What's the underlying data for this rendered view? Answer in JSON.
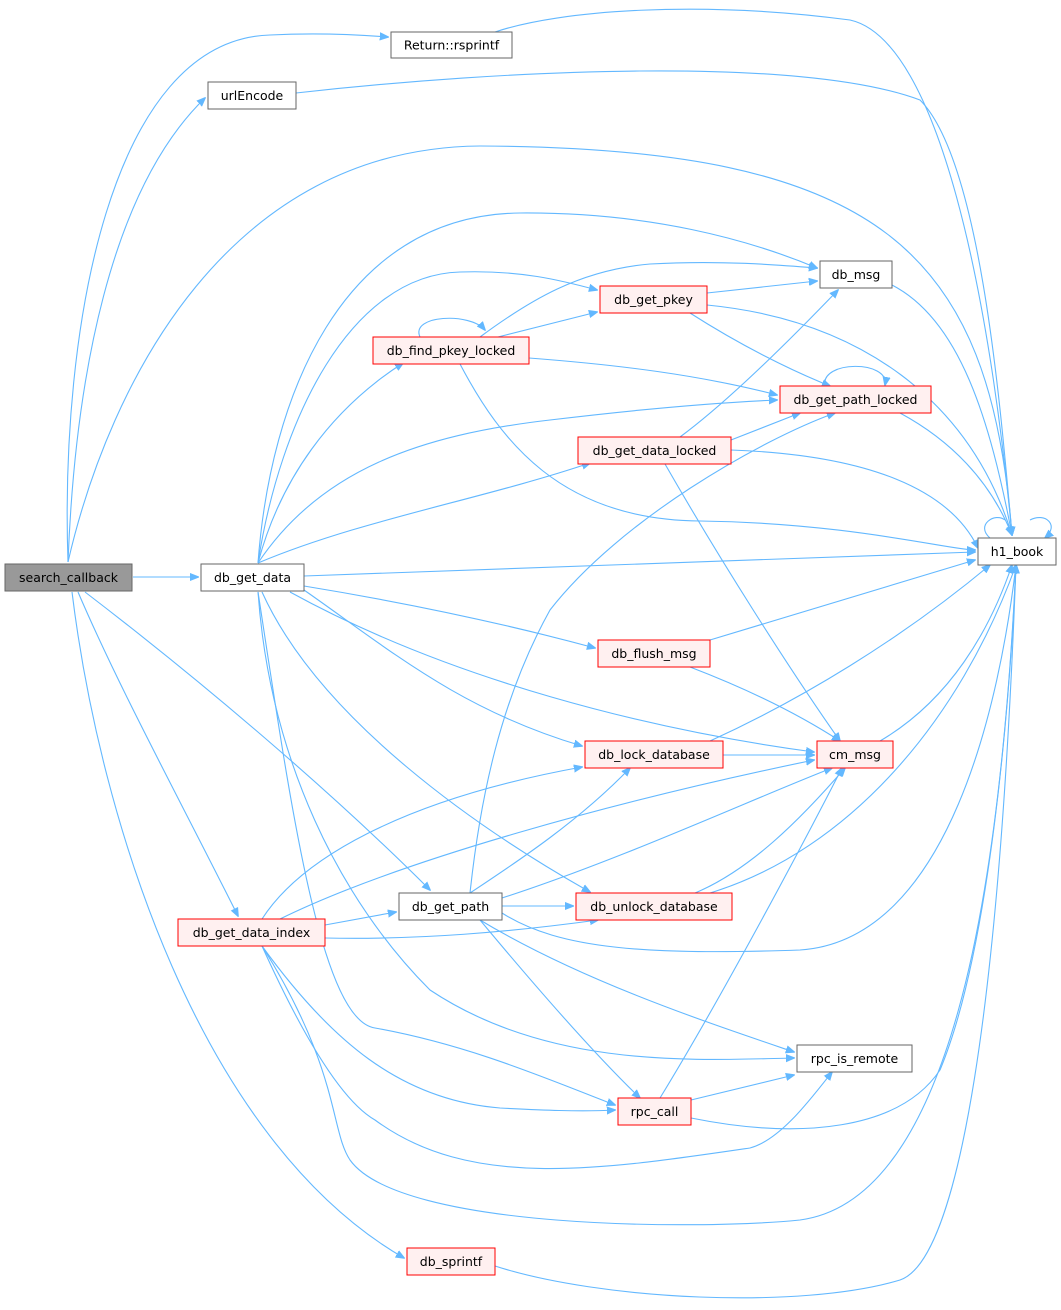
{
  "colors": {
    "edge": "#63b8ff",
    "root_fill": "#999999",
    "root_border": "#666666",
    "plain_fill": "#ffffff",
    "plain_border": "#666666",
    "red_fill": "#fff0f0",
    "red_border": "#ff0000"
  },
  "nodes": [
    {
      "id": "search_callback",
      "label": "search_callback",
      "style": "root"
    },
    {
      "id": "return_rsprintf",
      "label": "Return::rsprintf",
      "style": "plain"
    },
    {
      "id": "urlEncode",
      "label": "urlEncode",
      "style": "plain"
    },
    {
      "id": "db_get_data",
      "label": "db_get_data",
      "style": "plain"
    },
    {
      "id": "db_msg",
      "label": "db_msg",
      "style": "plain"
    },
    {
      "id": "db_get_pkey",
      "label": "db_get_pkey",
      "style": "red"
    },
    {
      "id": "db_find_pkey_locked",
      "label": "db_find_pkey_locked",
      "style": "red"
    },
    {
      "id": "db_get_path_locked",
      "label": "db_get_path_locked",
      "style": "red"
    },
    {
      "id": "db_get_data_locked",
      "label": "db_get_data_locked",
      "style": "red"
    },
    {
      "id": "h1_book",
      "label": "h1_book",
      "style": "plain"
    },
    {
      "id": "db_flush_msg",
      "label": "db_flush_msg",
      "style": "red"
    },
    {
      "id": "db_lock_database",
      "label": "db_lock_database",
      "style": "red"
    },
    {
      "id": "cm_msg",
      "label": "cm_msg",
      "style": "red"
    },
    {
      "id": "db_get_path",
      "label": "db_get_path",
      "style": "plain"
    },
    {
      "id": "db_unlock_database",
      "label": "db_unlock_database",
      "style": "red"
    },
    {
      "id": "db_get_data_index",
      "label": "db_get_data_index",
      "style": "red"
    },
    {
      "id": "rpc_is_remote",
      "label": "rpc_is_remote",
      "style": "plain"
    },
    {
      "id": "rpc_call",
      "label": "rpc_call",
      "style": "red"
    },
    {
      "id": "db_sprintf",
      "label": "db_sprintf",
      "style": "red"
    }
  ],
  "edges": [
    {
      "from": "search_callback",
      "to": "return_rsprintf"
    },
    {
      "from": "search_callback",
      "to": "urlEncode"
    },
    {
      "from": "search_callback",
      "to": "h1_book"
    },
    {
      "from": "search_callback",
      "to": "db_get_data"
    },
    {
      "from": "search_callback",
      "to": "db_get_path"
    },
    {
      "from": "search_callback",
      "to": "db_get_data_index"
    },
    {
      "from": "search_callback",
      "to": "db_sprintf"
    },
    {
      "from": "return_rsprintf",
      "to": "h1_book"
    },
    {
      "from": "urlEncode",
      "to": "h1_book"
    },
    {
      "from": "db_get_data",
      "to": "db_msg"
    },
    {
      "from": "db_get_data",
      "to": "db_get_pkey"
    },
    {
      "from": "db_get_data",
      "to": "db_find_pkey_locked"
    },
    {
      "from": "db_get_data",
      "to": "db_get_path_locked"
    },
    {
      "from": "db_get_data",
      "to": "db_get_data_locked"
    },
    {
      "from": "db_get_data",
      "to": "h1_book"
    },
    {
      "from": "db_get_data",
      "to": "db_flush_msg"
    },
    {
      "from": "db_get_data",
      "to": "db_lock_database"
    },
    {
      "from": "db_get_data",
      "to": "cm_msg"
    },
    {
      "from": "db_get_data",
      "to": "db_unlock_database"
    },
    {
      "from": "db_get_data",
      "to": "rpc_is_remote"
    },
    {
      "from": "db_get_data",
      "to": "rpc_call"
    },
    {
      "from": "db_msg",
      "to": "h1_book"
    },
    {
      "from": "db_get_pkey",
      "to": "db_msg"
    },
    {
      "from": "db_get_pkey",
      "to": "db_get_path_locked"
    },
    {
      "from": "db_get_pkey",
      "to": "h1_book"
    },
    {
      "from": "db_find_pkey_locked",
      "to": "db_find_pkey_locked"
    },
    {
      "from": "db_find_pkey_locked",
      "to": "db_get_pkey"
    },
    {
      "from": "db_find_pkey_locked",
      "to": "db_msg"
    },
    {
      "from": "db_find_pkey_locked",
      "to": "db_get_path_locked"
    },
    {
      "from": "db_find_pkey_locked",
      "to": "h1_book"
    },
    {
      "from": "db_get_path_locked",
      "to": "db_get_path_locked"
    },
    {
      "from": "db_get_path_locked",
      "to": "h1_book"
    },
    {
      "from": "db_get_data_locked",
      "to": "db_msg"
    },
    {
      "from": "db_get_data_locked",
      "to": "db_get_path_locked"
    },
    {
      "from": "db_get_data_locked",
      "to": "h1_book"
    },
    {
      "from": "db_get_data_locked",
      "to": "cm_msg"
    },
    {
      "from": "h1_book",
      "to": "h1_book"
    },
    {
      "from": "db_flush_msg",
      "to": "h1_book"
    },
    {
      "from": "db_flush_msg",
      "to": "cm_msg"
    },
    {
      "from": "db_lock_database",
      "to": "cm_msg"
    },
    {
      "from": "db_lock_database",
      "to": "h1_book"
    },
    {
      "from": "cm_msg",
      "to": "h1_book"
    },
    {
      "from": "db_get_path",
      "to": "db_get_path_locked"
    },
    {
      "from": "db_get_path",
      "to": "db_lock_database"
    },
    {
      "from": "db_get_path",
      "to": "cm_msg"
    },
    {
      "from": "db_get_path",
      "to": "db_unlock_database"
    },
    {
      "from": "db_get_path",
      "to": "h1_book"
    },
    {
      "from": "db_get_path",
      "to": "rpc_is_remote"
    },
    {
      "from": "db_get_path",
      "to": "rpc_call"
    },
    {
      "from": "db_unlock_database",
      "to": "cm_msg"
    },
    {
      "from": "db_unlock_database",
      "to": "h1_book"
    },
    {
      "from": "db_get_data_index",
      "to": "db_get_path"
    },
    {
      "from": "db_get_data_index",
      "to": "db_lock_database"
    },
    {
      "from": "db_get_data_index",
      "to": "cm_msg"
    },
    {
      "from": "db_get_data_index",
      "to": "db_unlock_database"
    },
    {
      "from": "db_get_data_index",
      "to": "rpc_call"
    },
    {
      "from": "db_get_data_index",
      "to": "rpc_is_remote"
    },
    {
      "from": "db_get_data_index",
      "to": "h1_book"
    },
    {
      "from": "rpc_call",
      "to": "rpc_is_remote"
    },
    {
      "from": "rpc_call",
      "to": "cm_msg"
    },
    {
      "from": "rpc_call",
      "to": "h1_book"
    },
    {
      "from": "db_sprintf",
      "to": "h1_book"
    }
  ]
}
